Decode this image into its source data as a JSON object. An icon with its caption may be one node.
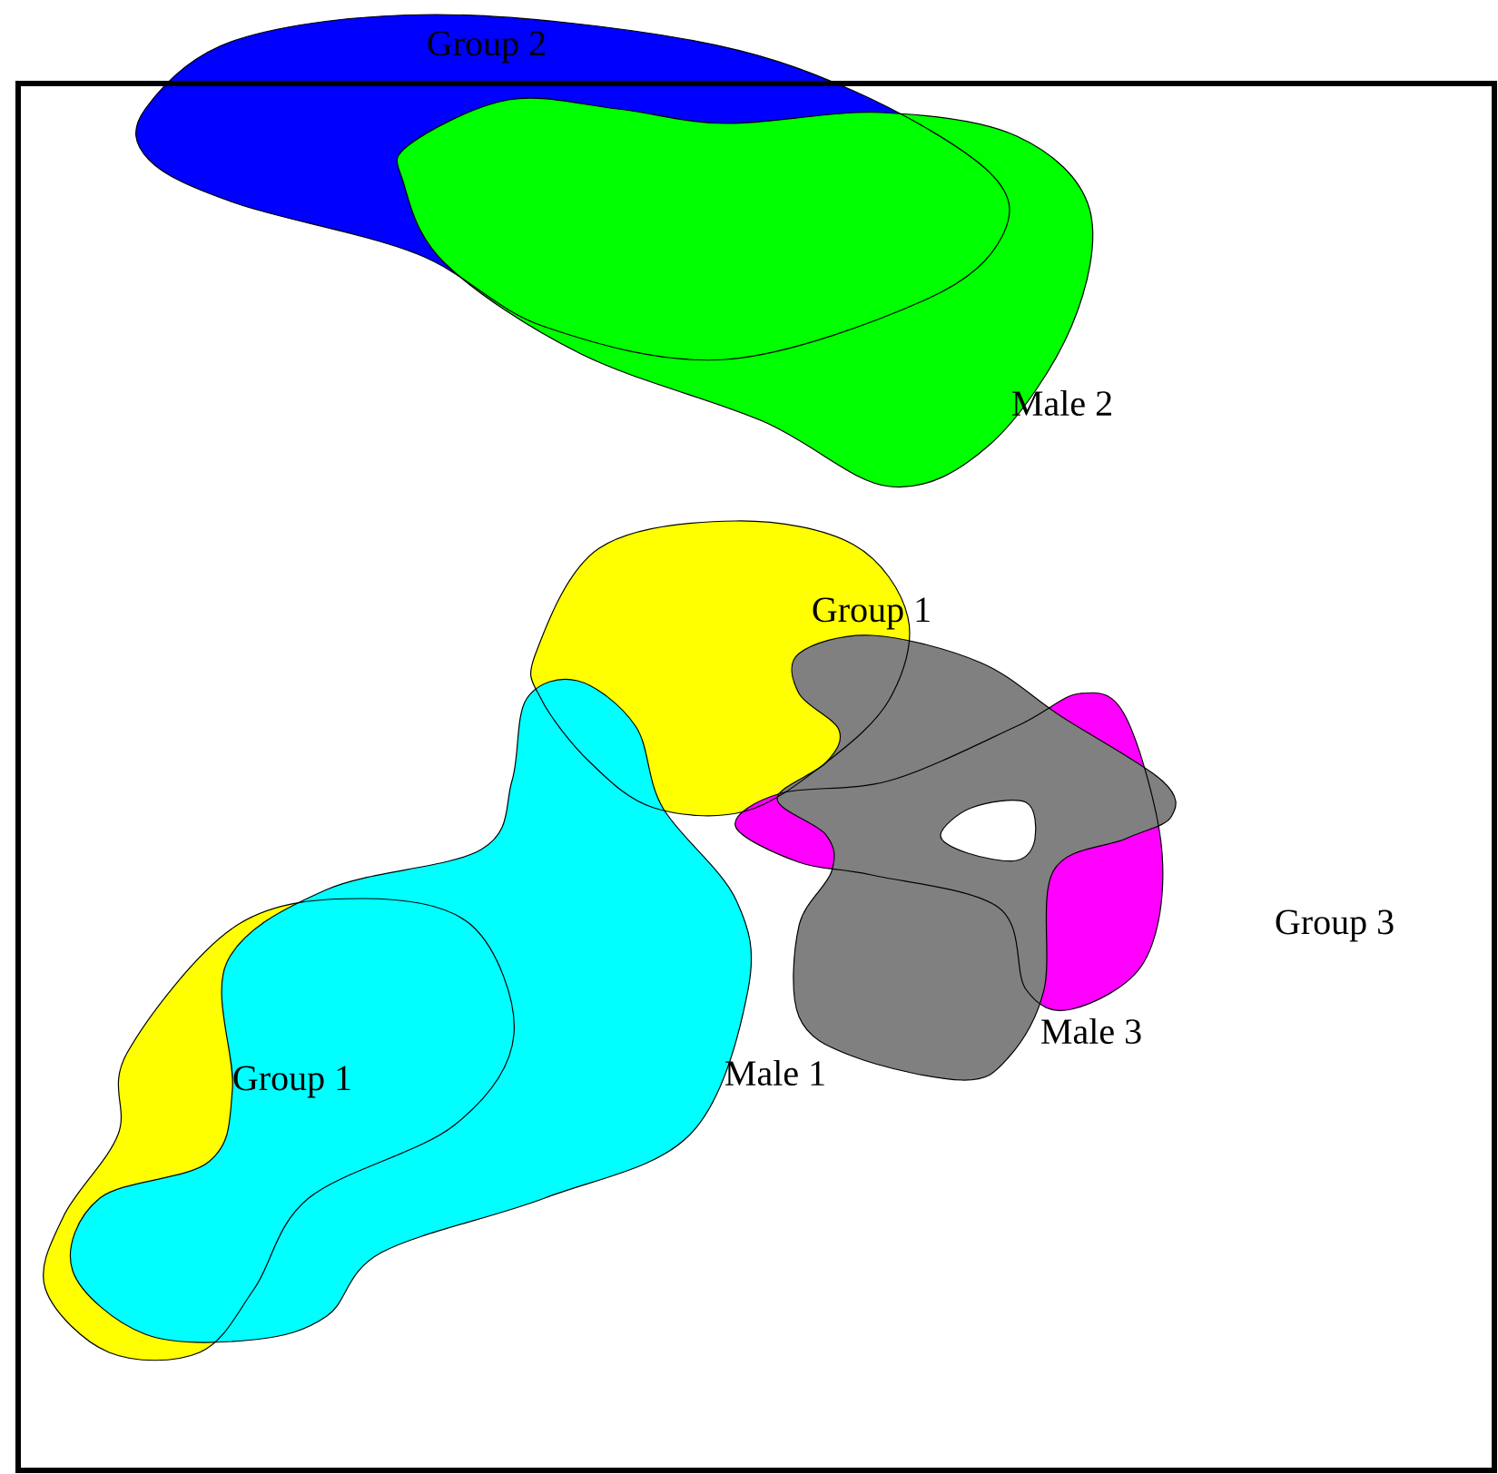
{
  "diagram": {
    "labels": [
      "Group 2",
      "Male 2",
      "Group 1",
      "Group 3",
      "Male 3",
      "Male 1",
      "Group 1"
    ]
  }
}
